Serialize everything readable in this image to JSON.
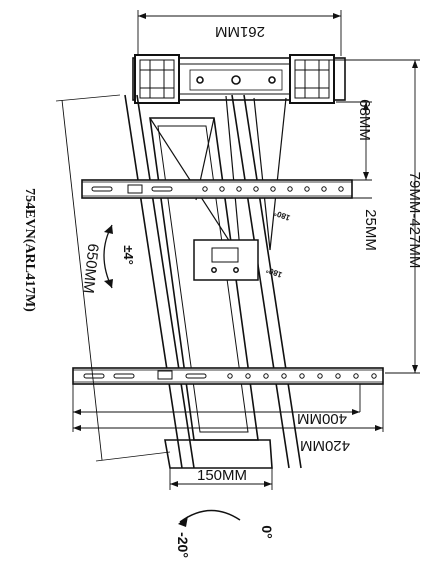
{
  "diagram": {
    "model": "754EVN(ARL417M)",
    "labels": {
      "top_width": "261MM",
      "offset": "68MM",
      "extension": "79MM-427MM",
      "rail_spacing": "25MM",
      "diagonal": "650MM",
      "width_400": "400MM",
      "width_420": "420MM",
      "bottom_width": "150MM",
      "tilt_level": "±4°",
      "swivel_left": "180°",
      "swivel_right": "180°",
      "tilt_min": "-20°",
      "tilt_max": "0°"
    }
  }
}
